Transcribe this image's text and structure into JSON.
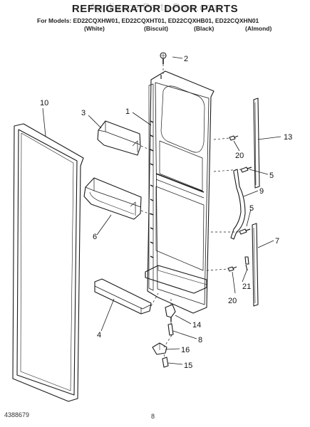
{
  "header": {
    "watermark": "Appliance Parts Pros.com",
    "title": "REFRIGERATOR DOOR PARTS",
    "models_line": "For Models: ED22CQXHW01, ED22CQXHT01, ED22CQXHB01, ED22CQXHN01",
    "colors": [
      "(White)",
      "(Biscuit)",
      "(Black)",
      "(Almond)"
    ]
  },
  "callouts": [
    "1",
    "2",
    "3",
    "4",
    "5",
    "5",
    "6",
    "7",
    "8",
    "9",
    "10",
    "13",
    "14",
    "15",
    "16",
    "20",
    "20",
    "21"
  ],
  "footer": {
    "doc_number": "4388679",
    "page_number": "8"
  },
  "colors": {
    "line": "#1a1a1a",
    "background": "#ffffff"
  }
}
